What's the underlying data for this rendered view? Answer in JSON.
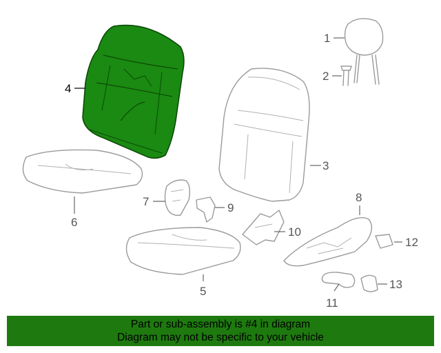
{
  "diagram": {
    "highlight_color": "#1a8a12",
    "outline_color": "#9a9a9a",
    "callouts": {
      "c1": "1",
      "c2": "2",
      "c3": "3",
      "c4": "4",
      "c5": "5",
      "c6": "6",
      "c7": "7",
      "c8": "8",
      "c9": "9",
      "c10": "10",
      "c11": "11",
      "c12": "12",
      "c13": "13"
    },
    "highlighted_part": "4"
  },
  "banner": {
    "line1": "Part or sub-assembly is #4 in diagram",
    "line2": "Diagram may not be specific to your vehicle",
    "background": "#1e7a0f"
  }
}
